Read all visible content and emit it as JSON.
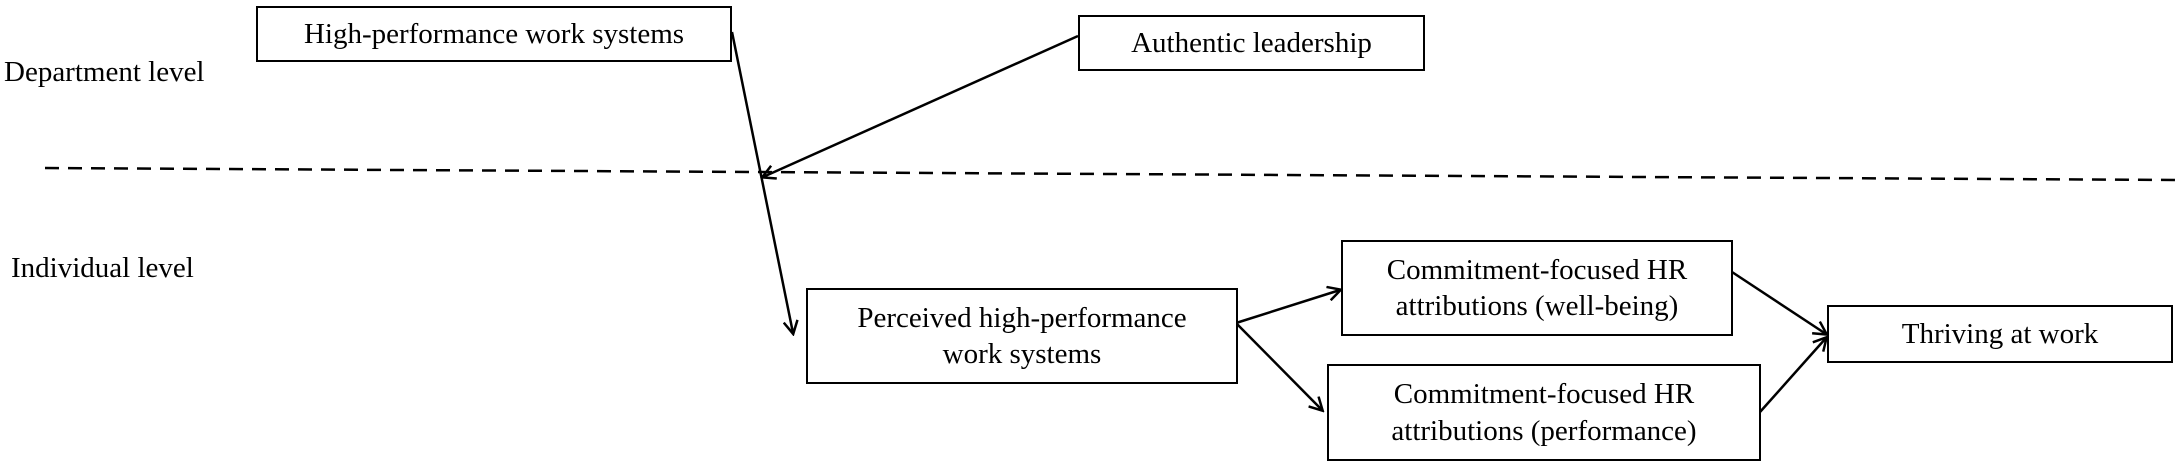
{
  "levels": {
    "department": "Department level",
    "individual": "Individual level"
  },
  "nodes": {
    "hpws": "High-performance work systems",
    "authentic": "Authentic leadership",
    "perceived": [
      "Perceived high-performance",
      "work systems"
    ],
    "wellbeing": [
      "Commitment-focused HR",
      "attributions (well-being)"
    ],
    "performance": [
      "Commitment-focused HR",
      "attributions (performance)"
    ],
    "thriving": "Thriving at work"
  }
}
